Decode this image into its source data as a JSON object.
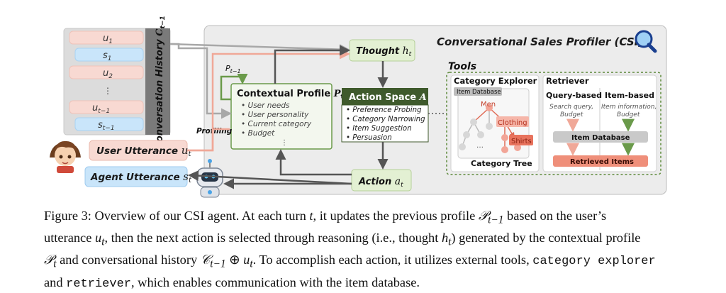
{
  "figure": {
    "csi_title": "Conversational Sales Profiler (CSI)",
    "history": {
      "label": "Conversation History",
      "label_symbol": "C",
      "label_sub": "t−1",
      "items": [
        {
          "var": "u",
          "sub": "1",
          "kind": "user"
        },
        {
          "var": "s",
          "sub": "1",
          "kind": "agent"
        },
        {
          "var": "u",
          "sub": "2",
          "kind": "user"
        },
        {
          "var": "⋮",
          "sub": "",
          "kind": "dots"
        },
        {
          "var": "u",
          "sub": "t−1",
          "kind": "user"
        },
        {
          "var": "s",
          "sub": "t−1",
          "kind": "agent"
        }
      ]
    },
    "user_utterance": {
      "label": "User Utterance",
      "var": "u",
      "sub": "t"
    },
    "agent_utterance": {
      "label": "Agent Utterance",
      "var": "s",
      "sub": "t"
    },
    "profiling_label": "Profiling",
    "prev_profile": {
      "var": "P",
      "sub": "t−1"
    },
    "contextual_profile": {
      "title": "Contextual Profile",
      "var": "P",
      "sub": "t",
      "items": [
        "User needs",
        "User personality",
        "Current category",
        "Budget"
      ],
      "more": "⋮"
    },
    "thought": {
      "label": "Thought",
      "var": "h",
      "sub": "t"
    },
    "action_space": {
      "title": "Action Space",
      "var": "A",
      "items": [
        "Preference Probing",
        "Category Narrowing",
        "Item Suggestion",
        "Persuasion"
      ]
    },
    "action": {
      "label": "Action",
      "var": "a",
      "sub": "t"
    },
    "tools": {
      "title": "Tools",
      "category_explorer": {
        "title": "Category Explorer",
        "db_tag": "Item Database",
        "nodes": [
          "Men",
          "Clothing",
          "Shirts"
        ],
        "ellipsis": "…",
        "caption": "Category Tree"
      },
      "retriever": {
        "title": "Retriever",
        "query_based": {
          "title": "Query-based",
          "desc1": "Search query,",
          "desc2": "Budget"
        },
        "item_based": {
          "title": "Item-based",
          "desc1": "Item information,",
          "desc2": "Budget"
        },
        "db_label": "Item Database",
        "result_label": "Retrieved Items"
      }
    }
  },
  "caption": {
    "l1": {
      "a": "Figure 3: Overview of our CSI agent. At each turn ",
      "v1": "t",
      "b": ", it updates the previous profile ",
      "v2": "𝒫",
      "v2sub": "t−1",
      "c": " based on the user’s"
    },
    "l2": {
      "a": "utterance ",
      "v1": "u",
      "v1sub": "t",
      "b": ", then the next action is selected through reasoning (i.e., thought ",
      "v2": "h",
      "v2sub": "t",
      "c": ") generated by the contextual profile"
    },
    "l3": {
      "v1": "𝒫",
      "v1sub": "t",
      "a": " and conversational history ",
      "v2": "𝒞",
      "v2sub": "t−1",
      "op": " ⊕ ",
      "v3": "u",
      "v3sub": "t",
      "b": ". To accomplish each action, it utilizes external tools, ",
      "m1": "category explorer"
    },
    "l4": {
      "a": "and ",
      "m1": "retriever",
      "b": ", which enables communication with the item database."
    }
  }
}
